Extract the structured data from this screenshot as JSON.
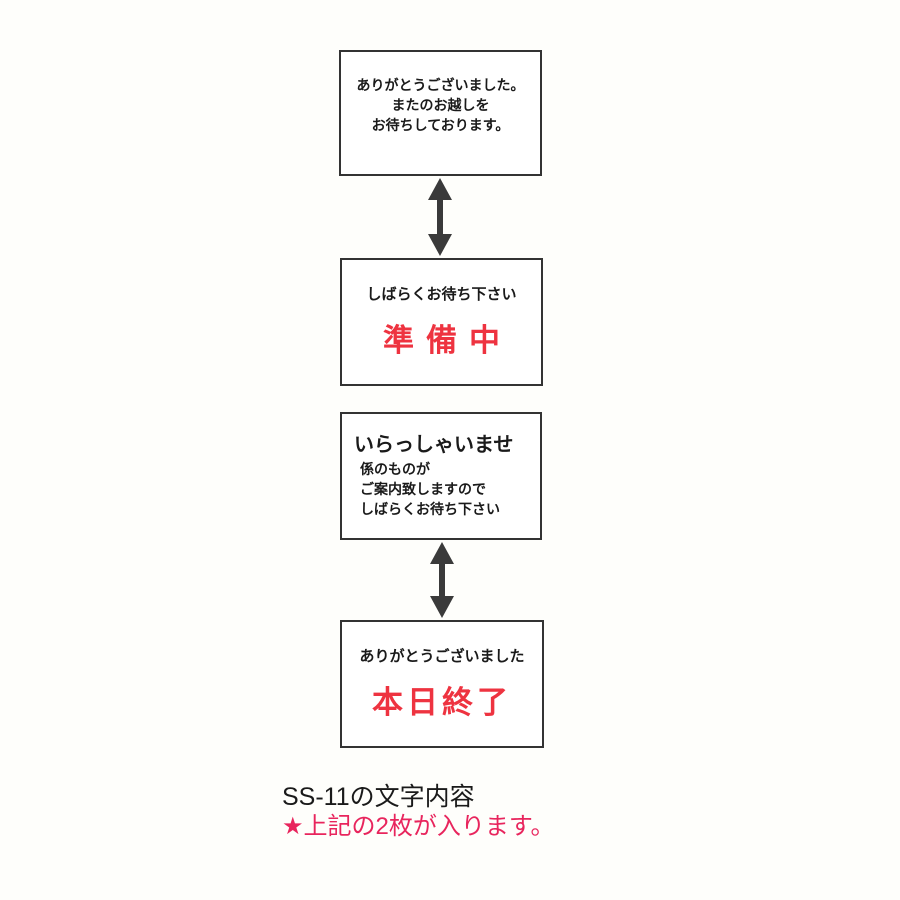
{
  "signs": [
    {
      "lines": [
        "ありがとうございました。",
        "またのお越しを",
        "お待ちしております。"
      ]
    },
    {
      "small": "しばらくお待ち下さい",
      "big": "準備中"
    },
    {
      "title": "いらっしゃいませ",
      "lines": [
        "係のものが",
        "ご案内致しますので",
        "しばらくお待ち下さい"
      ]
    },
    {
      "small": "ありがとうございました",
      "big": "本日終了"
    }
  ],
  "caption": {
    "line1": "SS-11の文字内容",
    "line2": "★上記の2枚が入ります。"
  },
  "colors": {
    "accent_red": "#ee3340",
    "caption_pink": "#e8255d",
    "border": "#333333",
    "arrow": "#3a3a3a"
  }
}
